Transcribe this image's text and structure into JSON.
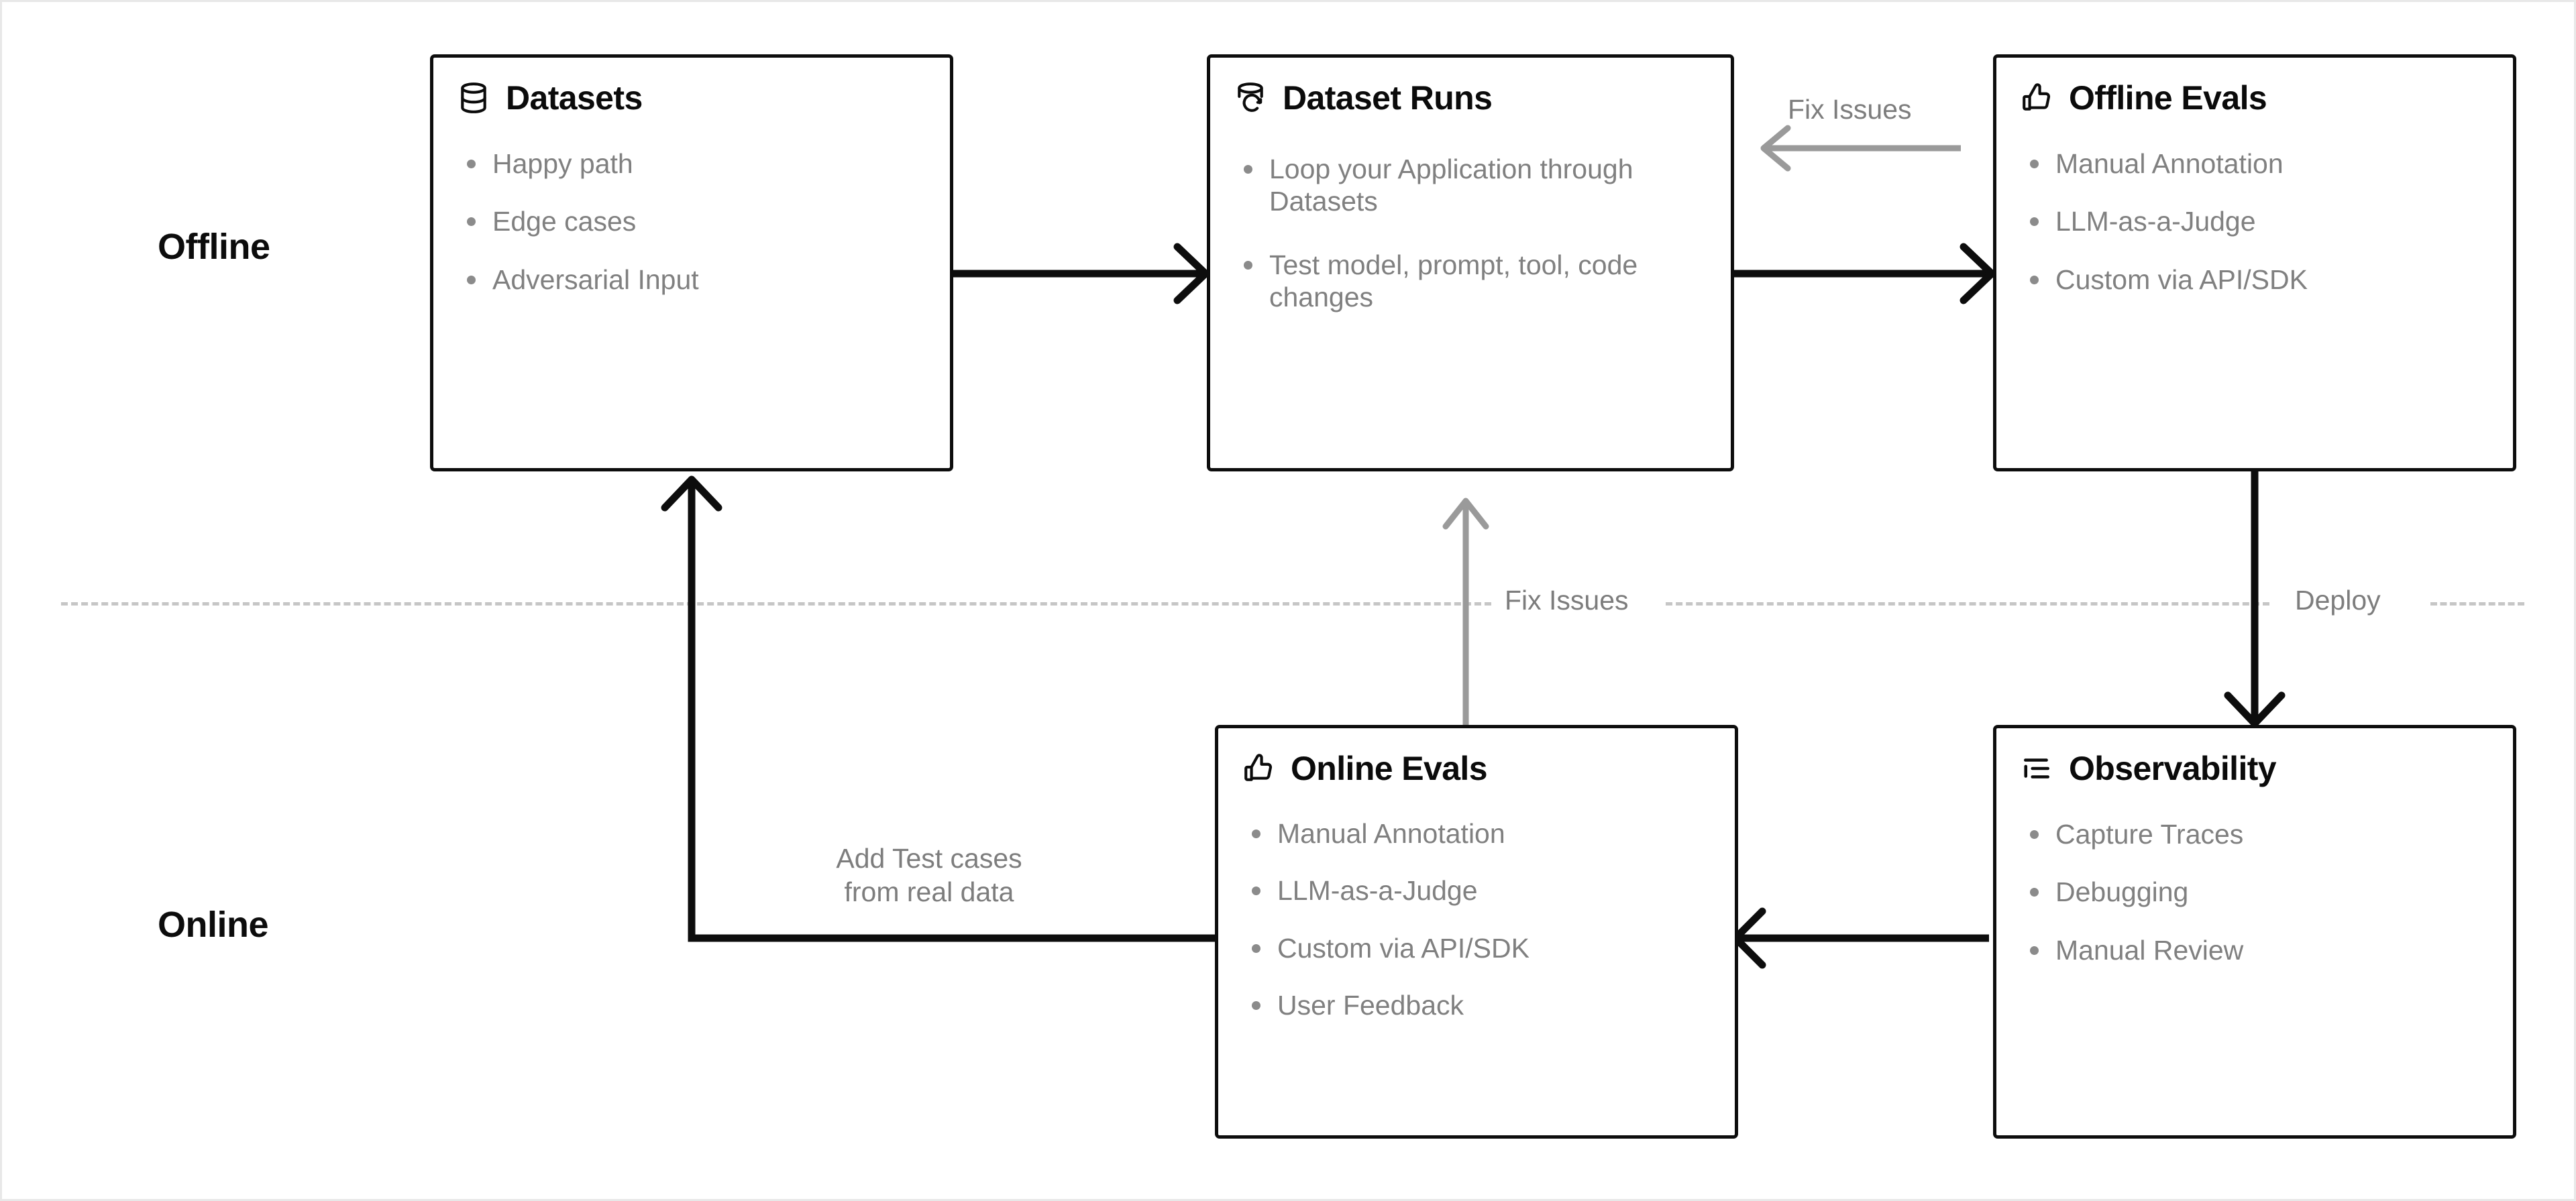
{
  "sections": {
    "offline_label": "Offline",
    "online_label": "Online"
  },
  "divider": {
    "fix_issues_label": "Fix Issues",
    "deploy_label": "Deploy"
  },
  "edges": {
    "fix_issues_top": "Fix Issues",
    "add_test_cases_line1": "Add Test cases",
    "add_test_cases_line2": "from real data"
  },
  "nodes": [
    {
      "id": "datasets",
      "title": "Datasets",
      "icon": "database-icon",
      "items": [
        "Happy path",
        "Edge cases",
        "Adversarial Input"
      ]
    },
    {
      "id": "dataset-runs",
      "title": "Dataset Runs",
      "icon": "database-refresh-icon",
      "items": [
        "Loop your Application through Datasets",
        "Test model, prompt, tool, code changes"
      ]
    },
    {
      "id": "offline-evals",
      "title": "Offline Evals",
      "icon": "thumbs-up-icon",
      "items": [
        "Manual Annotation",
        "LLM-as-a-Judge",
        "Custom via API/SDK"
      ]
    },
    {
      "id": "online-evals",
      "title": "Online Evals",
      "icon": "thumbs-up-icon",
      "items": [
        "Manual Annotation",
        "LLM-as-a-Judge",
        "Custom via API/SDK",
        "User Feedback"
      ]
    },
    {
      "id": "observability",
      "title": "Observability",
      "icon": "list-tree-icon",
      "items": [
        "Capture Traces",
        "Debugging",
        "Manual Review"
      ]
    }
  ],
  "colors": {
    "stroke_primary": "#0d0d0d",
    "stroke_secondary": "#9a9a9a",
    "text_muted": "#808080",
    "divider": "#c6c6c6",
    "canvas": "#ffffff"
  }
}
